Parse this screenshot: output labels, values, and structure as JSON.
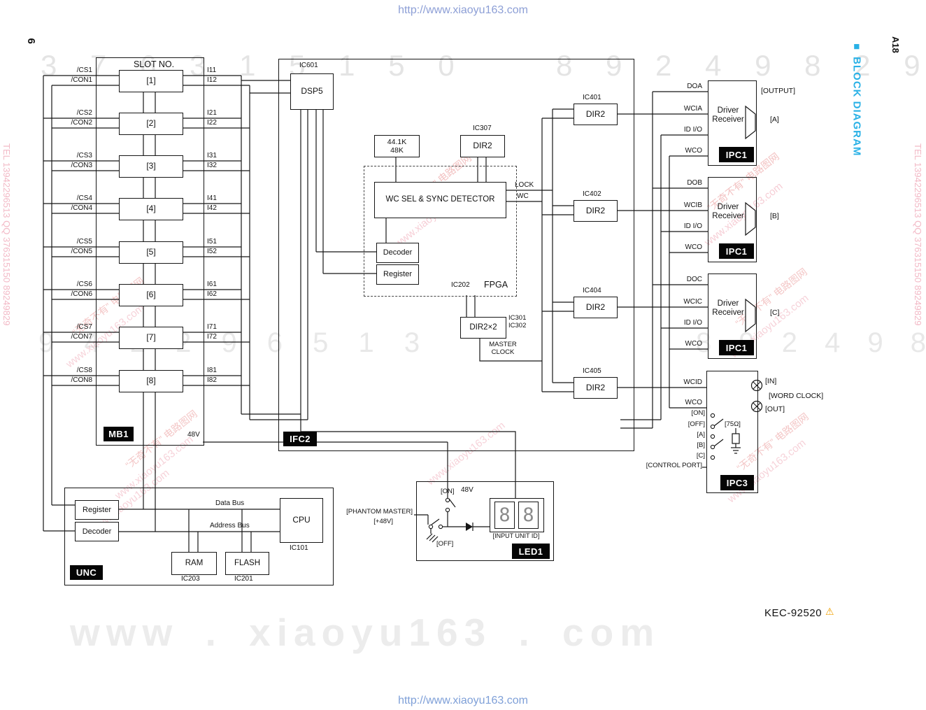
{
  "watermarks": {
    "url_top": "http://www.xiaoyu163.com",
    "url_bottom": "http://www.xiaoyu163.com",
    "big": "www . xiaoyu163 . com",
    "tel_line": "TEL 13942296513 QQ 376315150 89249829",
    "num_left": "3 7 6 3 1 5 1 5 0",
    "num_right": "8 9 2 4 9 8 2 9",
    "num_mid_left": "9 4 2 2 9 6 5 1 3",
    "num_mid_right": "8 9 2 4 9 8 2 9",
    "diag_url": "www.xiaoyu163.com",
    "diag_cn": "“无奇不有” 电路图网"
  },
  "page": {
    "number": "6",
    "code": "A18",
    "bullet": "■",
    "title": "BLOCK DIAGRAM",
    "footer_code": "KEC-92520",
    "warning": "⚠"
  },
  "mb1": {
    "tag": "MB1",
    "slot_header": "SLOT NO.",
    "v48": "48V",
    "slots": [
      {
        "cs": "/CS1",
        "con": "/CON1",
        "num": "[1]",
        "i1": "I11",
        "i2": "I12"
      },
      {
        "cs": "/CS2",
        "con": "/CON2",
        "num": "[2]",
        "i1": "I21",
        "i2": "I22"
      },
      {
        "cs": "/CS3",
        "con": "/CON3",
        "num": "[3]",
        "i1": "I31",
        "i2": "I32"
      },
      {
        "cs": "/CS4",
        "con": "/CON4",
        "num": "[4]",
        "i1": "I41",
        "i2": "I42"
      },
      {
        "cs": "/CS5",
        "con": "/CON5",
        "num": "[5]",
        "i1": "I51",
        "i2": "I52"
      },
      {
        "cs": "/CS6",
        "con": "/CON6",
        "num": "[6]",
        "i1": "I61",
        "i2": "I62"
      },
      {
        "cs": "/CS7",
        "con": "/CON7",
        "num": "[7]",
        "i1": "I71",
        "i2": "I72"
      },
      {
        "cs": "/CS8",
        "con": "/CON8",
        "num": "[8]",
        "i1": "I81",
        "i2": "I82"
      }
    ]
  },
  "ifc2": {
    "tag": "IFC2",
    "dsp5": {
      "ic": "IC601",
      "label": "DSP5"
    },
    "clock": {
      "line1": "44.1K",
      "line2": "48K"
    },
    "dir2_307": {
      "ic": "IC307",
      "label": "DIR2"
    },
    "wcsel": "WC SEL & SYNC DETECTOR",
    "lock": "LOCK",
    "wc": "WC",
    "decoder": "Decoder",
    "register": "Register",
    "ic202": "IC202",
    "fpga": "FPGA",
    "dir2x2": {
      "label": "DIR2×2",
      "ic1": "IC301",
      "ic2": "IC302"
    },
    "master_clock": {
      "line1": "MASTER",
      "line2": "CLOCK"
    }
  },
  "dir2_row": [
    {
      "ic": "IC401",
      "label": "DIR2"
    },
    {
      "ic": "IC402",
      "label": "DIR2"
    },
    {
      "ic": "IC404",
      "label": "DIR2"
    },
    {
      "ic": "IC405",
      "label": "DIR2"
    }
  ],
  "ipc1": [
    {
      "tag": "IPC1",
      "line1": "Driver",
      "line2": "Receiver",
      "sig": [
        "DOA",
        "WCIA",
        "ID I/O",
        "WCO"
      ],
      "port": "[OUTPUT]",
      "ch": "[A]"
    },
    {
      "tag": "IPC1",
      "line1": "Driver",
      "line2": "Receiver",
      "sig": [
        "DOB",
        "WCIB",
        "ID I/O",
        "WCO"
      ],
      "ch": "[B]"
    },
    {
      "tag": "IPC1",
      "line1": "Driver",
      "line2": "Receiver",
      "sig": [
        "DOC",
        "WCIC",
        "ID I/O",
        "WCO"
      ],
      "ch": "[C]"
    }
  ],
  "ipc3": {
    "tag": "IPC3",
    "wcid": "WCID",
    "wco": "WCO",
    "in": "[IN]",
    "word_clock": "[WORD CLOCK]",
    "out": "[OUT]",
    "on": "[ON]",
    "off": "[OFF]",
    "r75": "[75Ω]",
    "a": "[A]",
    "b": "[B]",
    "c": "[C]",
    "control_port": "[CONTROL PORT]"
  },
  "unc": {
    "tag": "UNC",
    "register": "Register",
    "decoder": "Decoder",
    "cpu": "CPU",
    "ic101": "IC101",
    "ram": "RAM",
    "ic203": "IC203",
    "flash": "FLASH",
    "ic201": "IC201",
    "data_bus": "Data Bus",
    "address_bus": "Address Bus"
  },
  "led1": {
    "tag": "LED1",
    "on": "[ON]",
    "v48": "48V",
    "phantom_l1": "[PHANTOM MASTER]",
    "phantom_l2": "[+48V]",
    "off": "[OFF]",
    "input_unit_id": "[INPUT UNIT ID]",
    "digits": [
      "8",
      "8"
    ]
  },
  "colors": {
    "accent_cyan": "#29b1e6",
    "watermark_pink": "#efa6b4",
    "watermark_red": "#e98f8f",
    "warning_orange": "#f0a000"
  }
}
